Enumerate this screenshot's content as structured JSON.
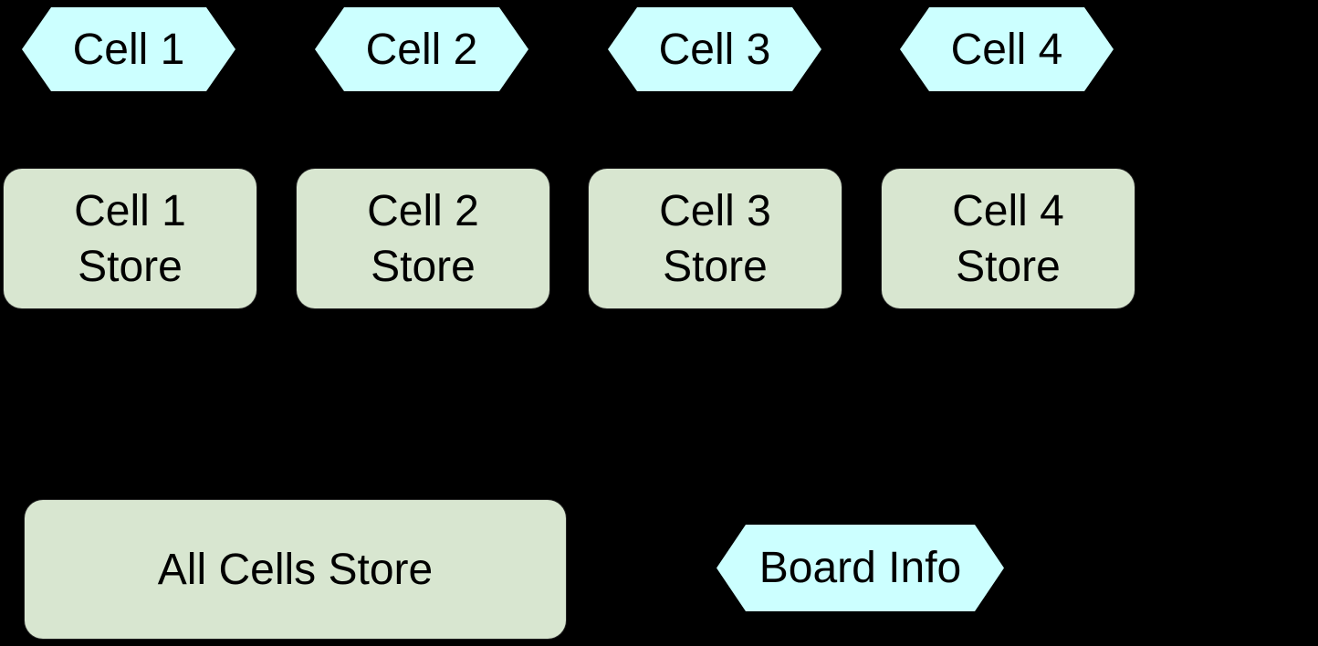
{
  "colors": {
    "background": "#000000",
    "hexagon_fill": "#ccffff",
    "store_fill": "#d8e6d0",
    "text": "#000000"
  },
  "diagram": {
    "cell_tags": [
      {
        "label": "Cell 1"
      },
      {
        "label": "Cell 2"
      },
      {
        "label": "Cell 3"
      },
      {
        "label": "Cell 4"
      }
    ],
    "cell_stores": [
      {
        "label": "Cell 1\nStore"
      },
      {
        "label": "Cell 2\nStore"
      },
      {
        "label": "Cell 3\nStore"
      },
      {
        "label": "Cell 4\nStore"
      }
    ],
    "all_cells_store": {
      "label": "All Cells Store"
    },
    "board_info": {
      "label": "Board Info"
    }
  }
}
